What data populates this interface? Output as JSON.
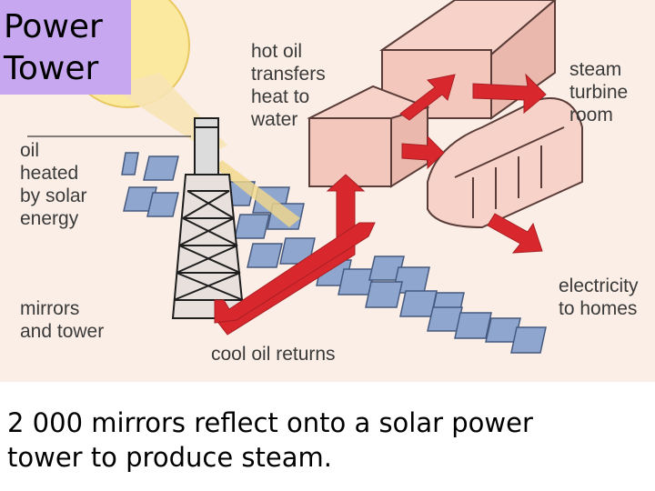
{
  "title": {
    "line1": "Power",
    "line2": "Tower"
  },
  "labels": {
    "oil": [
      "oil",
      "heated",
      "by solar",
      "energy"
    ],
    "hot_oil": [
      "hot oil",
      "transfers",
      "heat to",
      "water"
    ],
    "steam": [
      "steam",
      "turbine",
      "room"
    ],
    "mirrors": [
      "mirrors",
      "and tower"
    ],
    "electricity": [
      "electricity",
      "to homes"
    ],
    "cool_oil": "cool oil returns"
  },
  "caption": {
    "line1": "2 000 mirrors reflect onto a solar power",
    "line2": "tower to produce steam."
  },
  "colors": {
    "arrow": "#d8282e",
    "building": "#f6d2c8",
    "sun": "#fbe9a0",
    "mirror": "#8fa7cf",
    "highlight_box": "#c7a8f0"
  },
  "icons": [
    "sun-icon",
    "tower-icon",
    "mirror-field-icon",
    "building-icon"
  ]
}
